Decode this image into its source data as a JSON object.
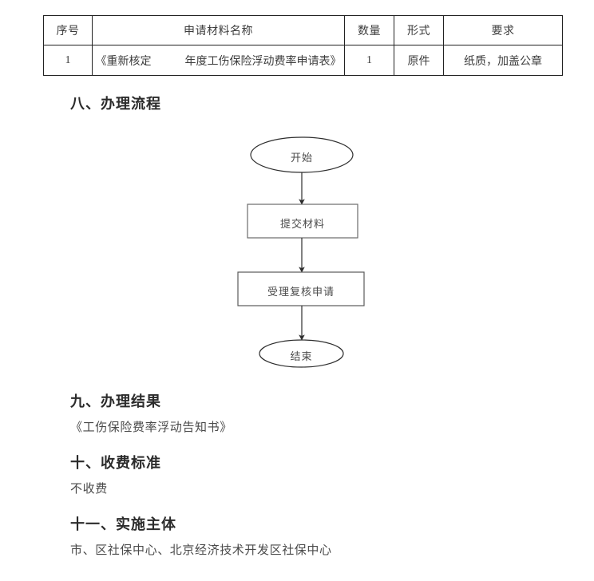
{
  "table": {
    "headers": [
      "序号",
      "申请材料名称",
      "数量",
      "形式",
      "要求"
    ],
    "rows": [
      {
        "index": "1",
        "name": "《重新核定　　　年度工伤保险浮动费率申请表》",
        "quantity": "1",
        "form": "原件",
        "requirement": "纸质，加盖公章"
      }
    ]
  },
  "sections": {
    "process": {
      "heading": "八、办理流程"
    },
    "result": {
      "heading": "九、办理结果",
      "text": "《工伤保险费率浮动告知书》"
    },
    "fee": {
      "heading": "十、收费标准",
      "text": "不收费"
    },
    "subject": {
      "heading": "十一、实施主体",
      "text": "市、区社保中心、北京经济技术开发区社保中心"
    }
  },
  "flowchart": {
    "nodes": [
      {
        "id": "start",
        "shape": "ellipse",
        "label": "开始"
      },
      {
        "id": "submit",
        "shape": "rectangle",
        "label": "提交材料"
      },
      {
        "id": "accept",
        "shape": "rectangle",
        "label": "受理复核申请"
      },
      {
        "id": "end",
        "shape": "ellipse",
        "label": "结束"
      }
    ],
    "edges": [
      {
        "from": "start",
        "to": "submit"
      },
      {
        "from": "submit",
        "to": "accept"
      },
      {
        "from": "accept",
        "to": "end"
      }
    ]
  },
  "colors": {
    "page_background": "#ffffff",
    "table_border": "#222222",
    "heading_text": "#2b2b2b",
    "body_text": "#4a4a4a",
    "flow_stroke": "#3a3a3a"
  }
}
